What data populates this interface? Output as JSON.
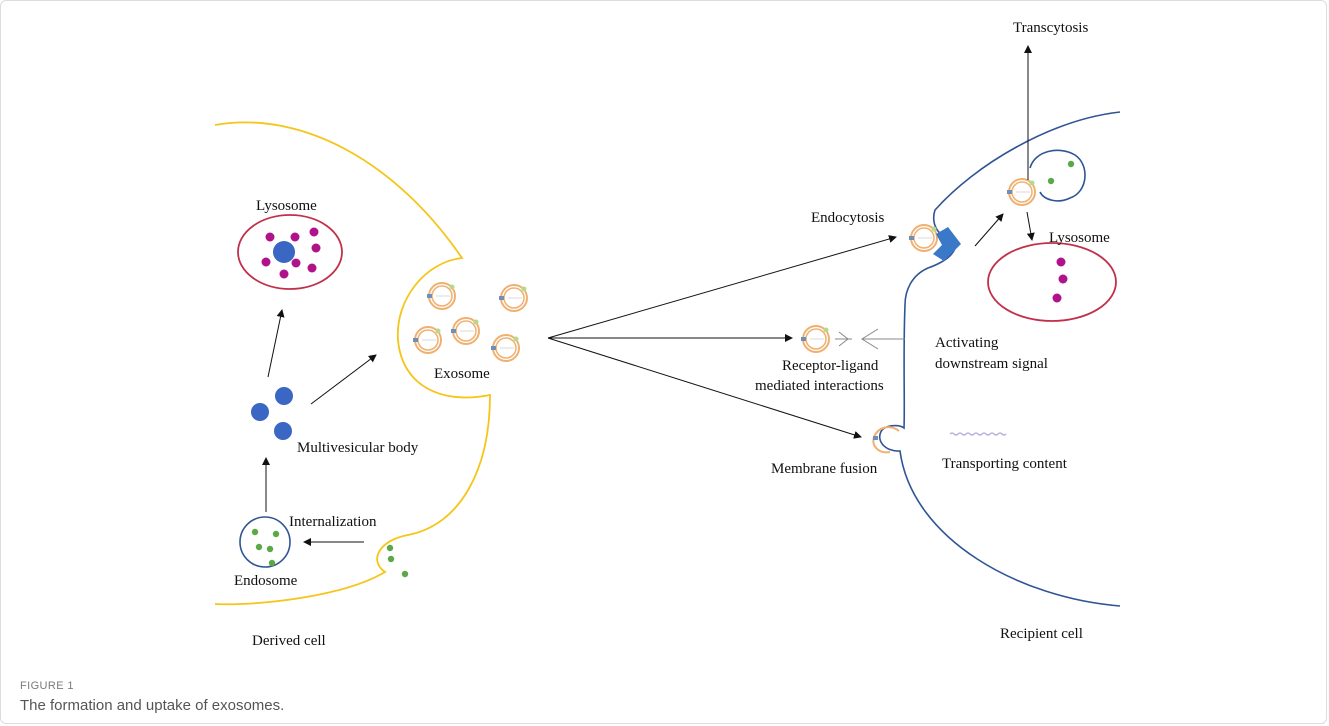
{
  "figure": {
    "label": "FIGURE 1",
    "caption": "The formation and uptake of exosomes."
  },
  "labels": {
    "lysosome_left": "Lysosome",
    "exosome": "Exosome",
    "multivesicular_body": "Multivesicular body",
    "internalization": "Internalization",
    "endosome": "Endosome",
    "derived_cell": "Derived cell",
    "transcytosis": "Transcytosis",
    "endocytosis": "Endocytosis",
    "lysosome_right": "Lysosome",
    "receptor_ligand_line1": "Receptor-ligand",
    "receptor_ligand_line2": "mediated interactions",
    "activating_line1": "Activating",
    "activating_line2": "downstream signal",
    "membrane_fusion": "Membrane fusion",
    "transporting_content": "Transporting content",
    "recipient_cell": "Recipient cell"
  },
  "colors": {
    "derived_membrane": "#f5c518",
    "recipient_membrane": "#2f5597",
    "lysosome_outline": "#c0304a",
    "lysosome_dot": "#b0128a",
    "mvb_fill": "#3a66c4",
    "cargo_dot": "#5aa846",
    "exosome_ring": "#f0b070",
    "receptor_marker": "#6f8fb8",
    "arrow": "#111111",
    "caption_text": "#555555"
  }
}
